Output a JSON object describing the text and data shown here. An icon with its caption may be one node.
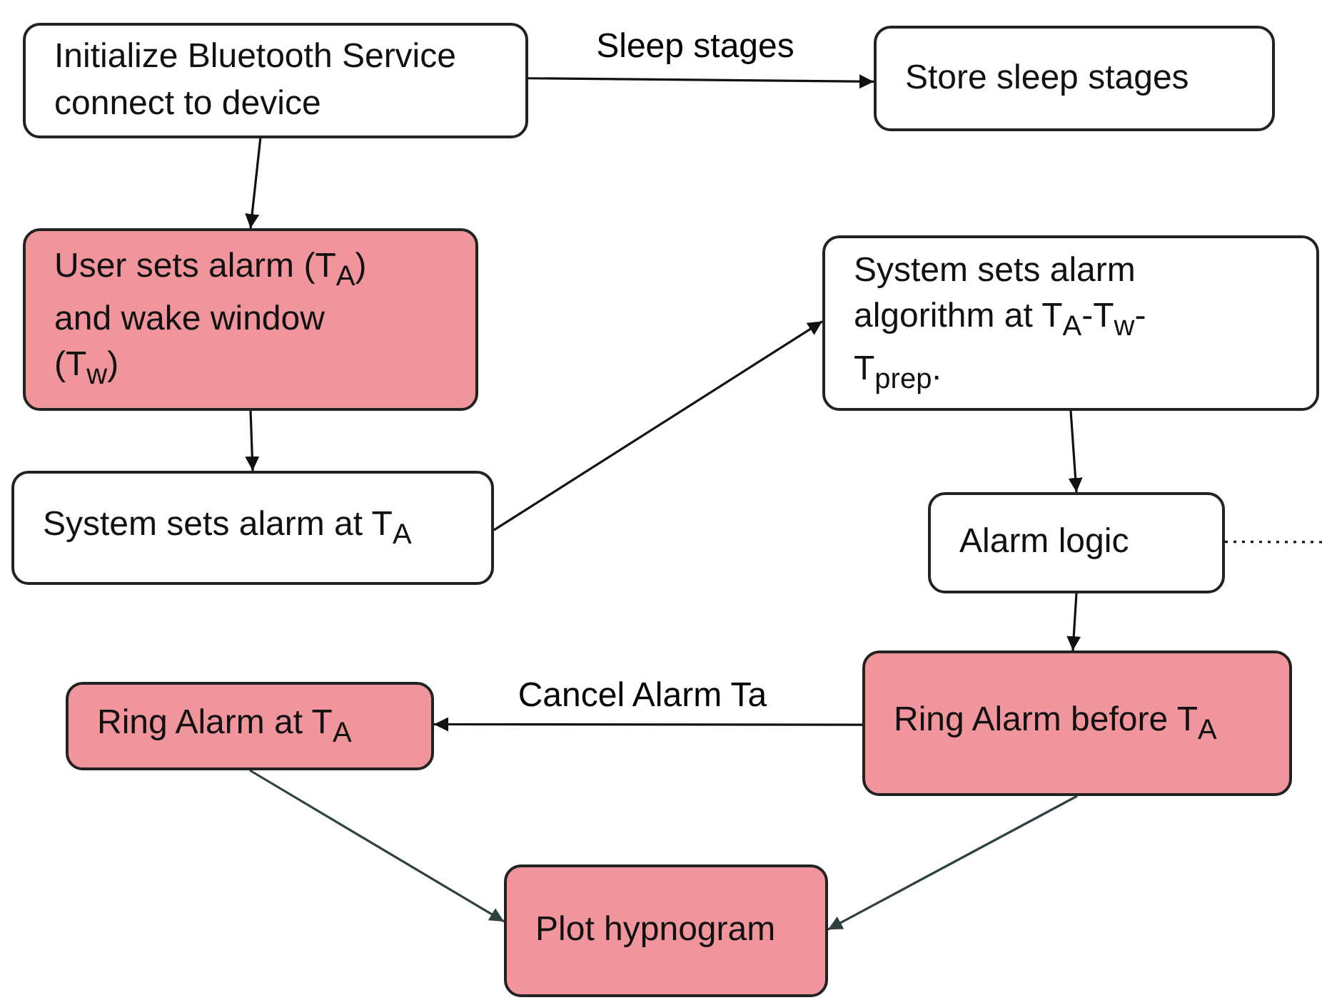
{
  "diagram": {
    "nodes": [
      {
        "text": [
          "Initialize Bluetooth Service connect to device"
        ]
      },
      {
        "text": [
          "Store sleep stages"
        ]
      },
      {
        "text": [
          "User sets alarm (T$_{A}$) and wake window (T$_{w}$)"
        ]
      },
      {
        "text": [
          "System sets alarm algorithm at T$_{A}$-T$_{w}$- T$_{prep}$."
        ]
      },
      {
        "text": [
          "System sets alarm at T$_{A}$"
        ]
      },
      {
        "text": [
          "Alarm logic"
        ]
      },
      {
        "text": [
          "Ring Alarm at T$_{A}$"
        ]
      },
      {
        "text": [
          "Ring Alarm before T$_{A}$"
        ]
      },
      {
        "text": [
          "Plot hypnogram"
        ]
      }
    ],
    "edges": [
      {
        "from": 0,
        "to": 1,
        "arrow": "to",
        "label": "Sleep stages"
      },
      {
        "from": 0,
        "to": 2,
        "arrow": "to"
      },
      {
        "from": 2,
        "to": 4,
        "arrow": "to"
      },
      {
        "from": 4,
        "to": 3,
        "arrow": "to"
      },
      {
        "from": 3,
        "to": 5,
        "arrow": "to"
      },
      {
        "from": 5,
        "to": null,
        "arrow": "none",
        "style": "dashed"
      },
      {
        "from": 5,
        "to": 7,
        "arrow": "to"
      },
      {
        "from": 7,
        "to": 6,
        "arrow": "to",
        "label": "Cancel Alarm Ta"
      },
      {
        "from": 6,
        "to": 8,
        "arrow": "to",
        "color": "#2f4040"
      },
      {
        "from": 7,
        "to": 8,
        "arrow": "to",
        "color": "#2f4040"
      }
    ]
  }
}
